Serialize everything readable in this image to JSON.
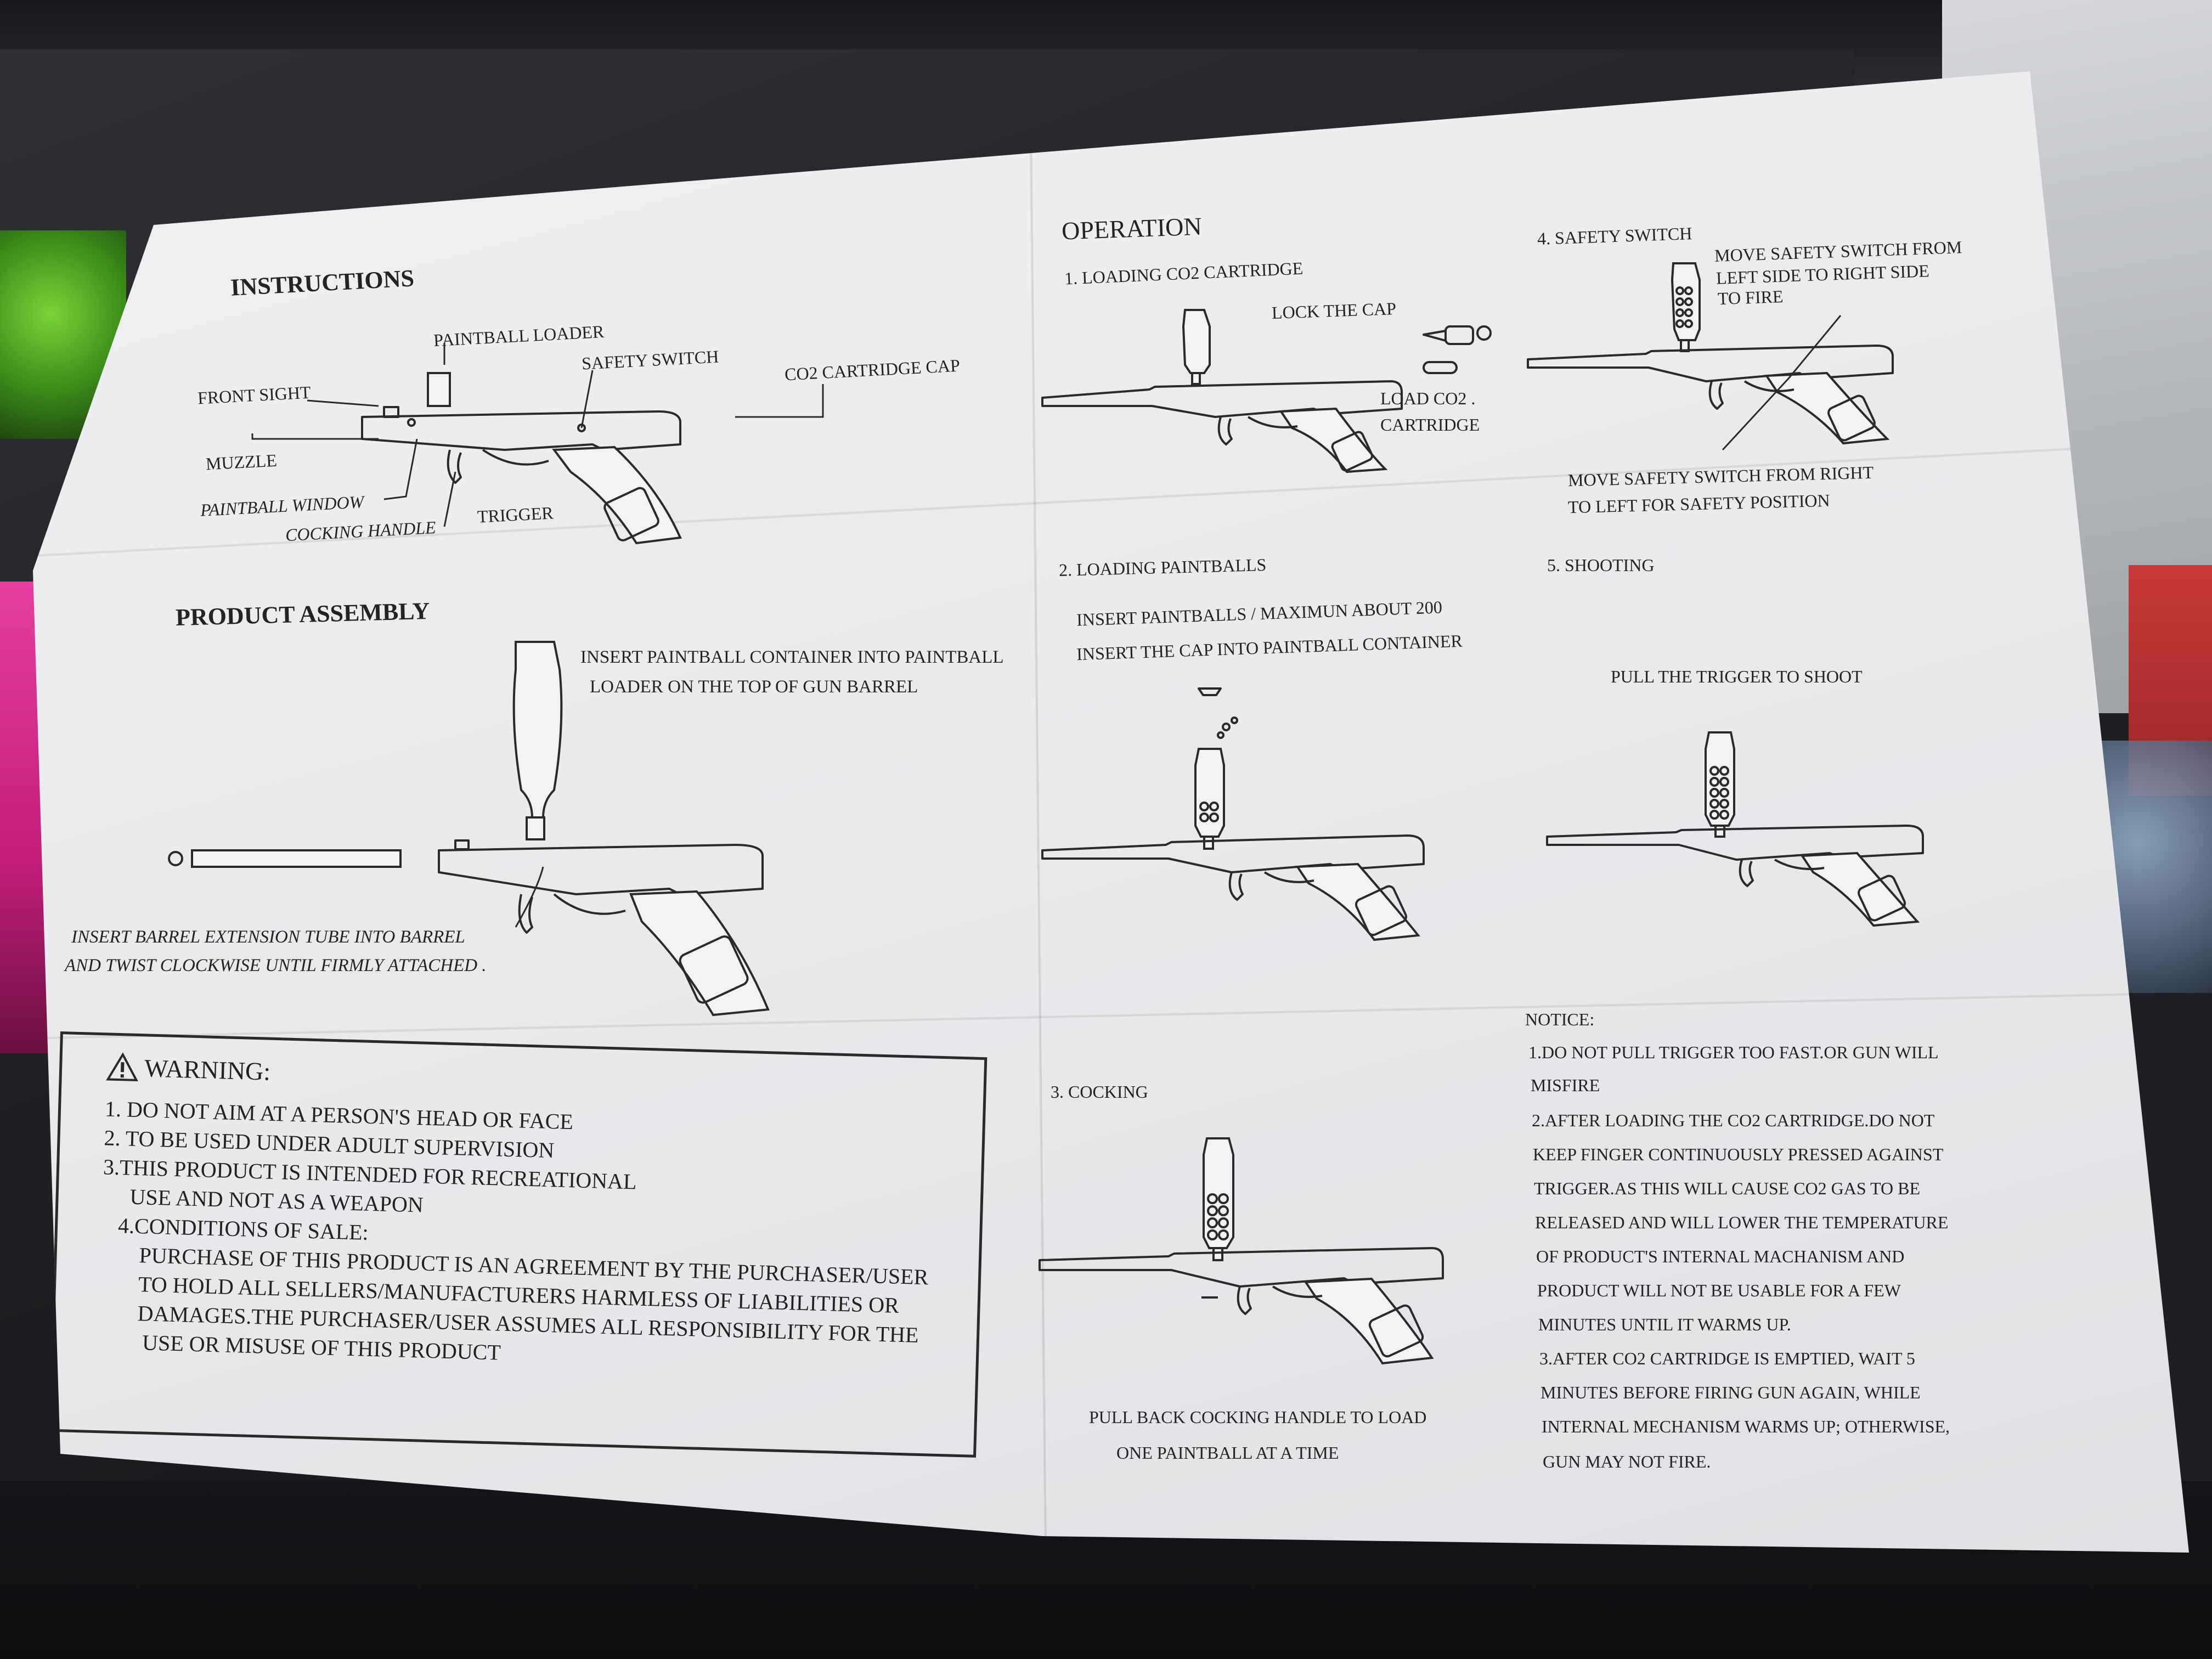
{
  "instructions": {
    "title": "INSTRUCTIONS",
    "labels": {
      "paintball_loader": "PAINTBALL LOADER",
      "safety_switch": "SAFETY SWITCH",
      "co2_cap": "CO2 CARTRIDGE CAP",
      "front_sight": "FRONT SIGHT",
      "muzzle": "MUZZLE",
      "paintball_window": "PAINTBALL WINDOW",
      "trigger": "TRIGGER",
      "cocking_handle": "COCKING HANDLE"
    }
  },
  "assembly": {
    "title": "PRODUCT ASSEMBLY",
    "note_line1": "INSERT PAINTBALL CONTAINER INTO PAINTBALL",
    "note_line2": "LOADER ON THE TOP OF GUN  BARREL",
    "barrel_line1": "INSERT BARREL EXTENSION TUBE INTO BARREL",
    "barrel_line2": "AND TWIST CLOCKWISE UNTIL FIRMLY ATTACHED ."
  },
  "warning": {
    "title": "WARNING:",
    "lines": [
      "1. DO NOT AIM AT A PERSON'S HEAD OR FACE",
      "2. TO BE USED UNDER ADULT SUPERVISION",
      "3.THIS PRODUCT IS INTENDED FOR RECREATIONAL",
      "USE AND NOT AS A WEAPON",
      "4.CONDITIONS OF SALE:",
      "PURCHASE OF THIS PRODUCT IS AN AGREEMENT BY THE PURCHASER/USER",
      "TO HOLD ALL SELLERS/MANUFACTURERS HARMLESS OF LIABILITIES OR",
      "DAMAGES.THE PURCHASER/USER ASSUMES ALL RESPONSIBILITY FOR THE",
      "USE OR MISUSE OF THIS PRODUCT"
    ]
  },
  "operation": {
    "title": "OPERATION",
    "step1": {
      "title": "1. LOADING CO2 CARTRIDGE",
      "lock_cap": "LOCK THE CAP",
      "load_co2": "LOAD CO2 .",
      "cartridge": "CARTRIDGE"
    },
    "step2": {
      "title": "2. LOADING PAINTBALLS",
      "line1": "INSERT PAINTBALLS / MAXIMUN ABOUT 200",
      "line2": "INSERT THE CAP INTO PAINTBALL CONTAINER"
    },
    "step3": {
      "title": "3. COCKING",
      "line1": "PULL BACK COCKING HANDLE TO LOAD",
      "line2": "ONE PAINTBALL AT A TIME"
    },
    "step4": {
      "title": "4. SAFETY SWITCH",
      "fire_line1": "MOVE SAFETY SWITCH FROM",
      "fire_line2": "LEFT SIDE TO RIGHT SIDE",
      "fire_line3": "TO FIRE",
      "safe_line1": "MOVE SAFETY SWITCH FROM RIGHT",
      "safe_line2": "TO LEFT FOR SAFETY POSITION"
    },
    "step5": {
      "title": "5.   SHOOTING",
      "line1": "PULL THE TRIGGER TO SHOOT"
    }
  },
  "notice": {
    "title": "NOTICE:",
    "lines": [
      "1.DO NOT PULL TRIGGER TOO FAST.OR GUN WILL",
      "MISFIRE",
      "2.AFTER LOADING THE CO2 CARTRIDGE.DO NOT",
      "KEEP FINGER CONTINUOUSLY PRESSED AGAINST",
      "TRIGGER.AS THIS WILL CAUSE CO2 GAS TO BE",
      "RELEASED AND WILL LOWER THE TEMPERATURE",
      "OF PRODUCT'S INTERNAL MACHANISM AND",
      "PRODUCT WILL NOT BE USABLE FOR A FEW",
      "MINUTES UNTIL IT WARMS UP.",
      "3.AFTER CO2 CARTRIDGE IS EMPTIED, WAIT 5",
      "MINUTES BEFORE FIRING GUN AGAIN, WHILE",
      "INTERNAL MECHANISM WARMS UP; OTHERWISE,",
      "GUN MAY NOT FIRE."
    ]
  }
}
